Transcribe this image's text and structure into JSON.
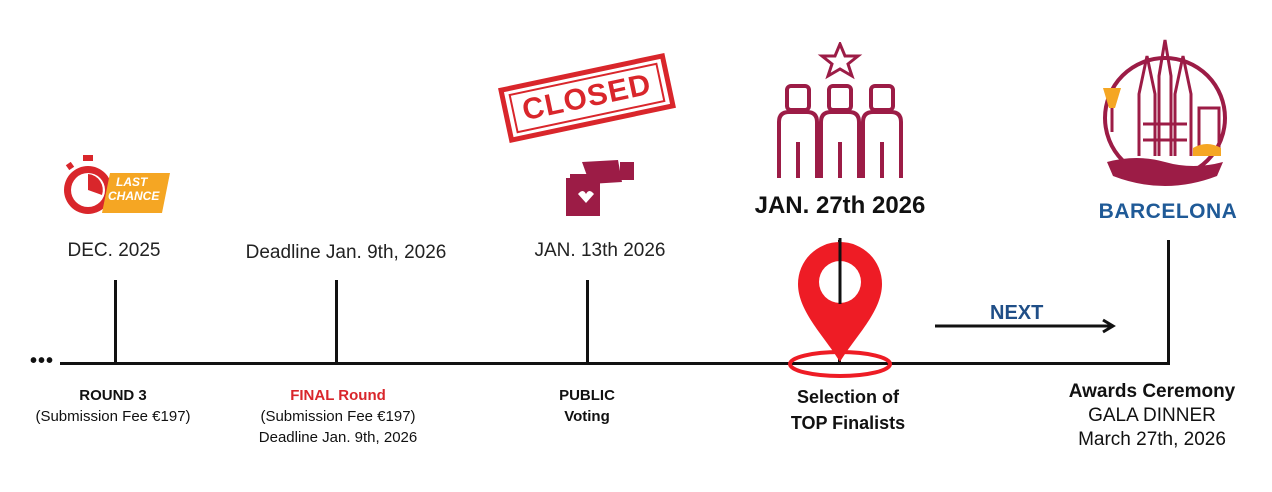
{
  "timeline": {
    "lead_ellipsis": "•••",
    "milestones": [
      {
        "date": "DEC. 2025",
        "title": "ROUND 3",
        "detail": "(Submission Fee €197)"
      },
      {
        "date": "Deadline Jan. 9th, 2026",
        "title": "FINAL Round",
        "detail": "(Submission Fee €197)",
        "detail2": "Deadline Jan. 9th, 2026"
      },
      {
        "date": "JAN. 13th 2026",
        "title": "PUBLIC",
        "title2": "Voting"
      },
      {
        "date": "JAN. 27th 2026",
        "title": "Selection of",
        "title2": "TOP Finalists"
      },
      {
        "date": "BARCELONA",
        "title": "Awards Ceremony",
        "detail": "GALA DINNER",
        "detail2": "March 27th, 2026"
      }
    ],
    "next_label": "NEXT"
  },
  "badges": {
    "last_chance_line1": "LAST",
    "last_chance_line2": "CHANCE",
    "closed_stamp": "CLOSED"
  },
  "colors": {
    "line": "#111111",
    "accent_red": "#d9262b",
    "maroon": "#9c1c46",
    "city_blue": "#1f5a97",
    "next_blue": "#1f4e87",
    "pin_red": "#ee1c25",
    "orange": "#f5a623"
  },
  "icons": [
    "stopwatch-icon",
    "closed-stamp-icon",
    "ballot-box-icon",
    "finalists-icon",
    "location-pin-icon",
    "barcelona-icon",
    "arrow-right-icon"
  ]
}
